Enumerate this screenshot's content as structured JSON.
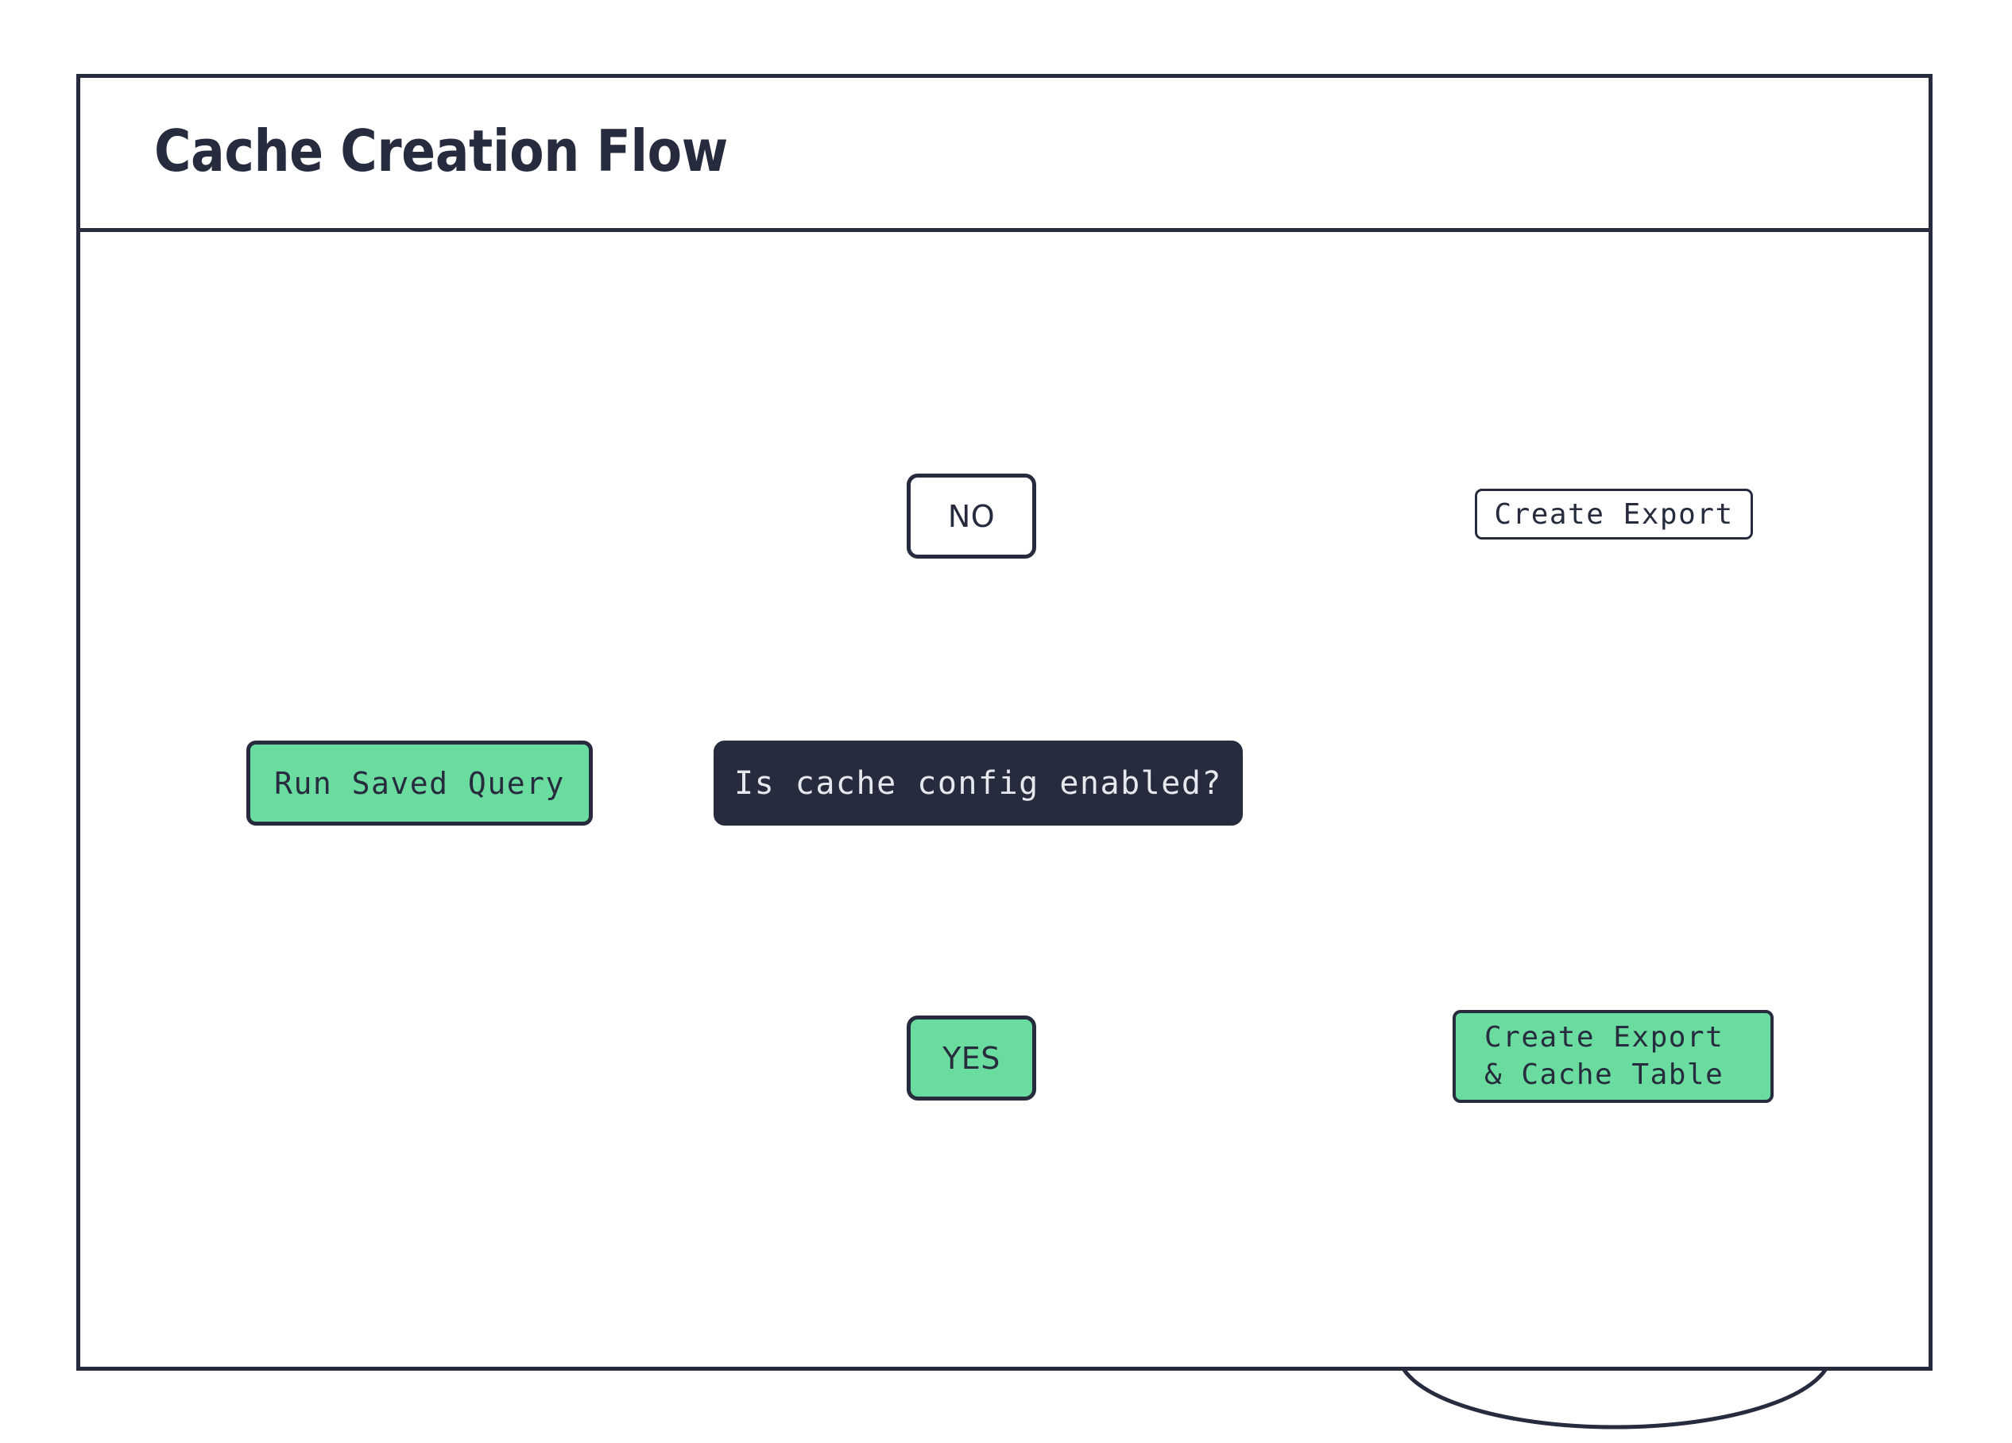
{
  "frame": {
    "title": "Cache Creation Flow"
  },
  "colors": {
    "ink": "#262c3d",
    "green": "#6bdc9f",
    "white": "#ffffff",
    "dark_fill": "#262c3d",
    "dark_text": "#e6e8ee",
    "edge": "#000000"
  },
  "diagram": {
    "type": "flowchart",
    "nodes": [
      {
        "id": "run_saved_query",
        "label": "Run Saved Query",
        "shape": "rounded-rect",
        "fill": "green"
      },
      {
        "id": "decision",
        "label": "Is cache config enabled?",
        "shape": "rounded-rect",
        "fill": "dark"
      },
      {
        "id": "branch_no",
        "label": "NO",
        "shape": "rounded-rect",
        "fill": "white"
      },
      {
        "id": "branch_yes",
        "label": "YES",
        "shape": "rounded-rect",
        "fill": "green"
      },
      {
        "id": "db_top",
        "label": "Create Export",
        "shape": "database-cylinder",
        "fill": "white"
      },
      {
        "id": "db_bottom",
        "label_line1": "Create Export",
        "label_line2": "& Cache Table",
        "shape": "database-cylinder",
        "fill": "green"
      }
    ],
    "edges": [
      {
        "from": "run_saved_query",
        "to": "decision"
      },
      {
        "from": "decision",
        "to": "branch_no"
      },
      {
        "from": "branch_no",
        "to": "db_top"
      },
      {
        "from": "decision",
        "to": "branch_yes"
      },
      {
        "from": "branch_yes",
        "to": "db_bottom"
      }
    ]
  }
}
